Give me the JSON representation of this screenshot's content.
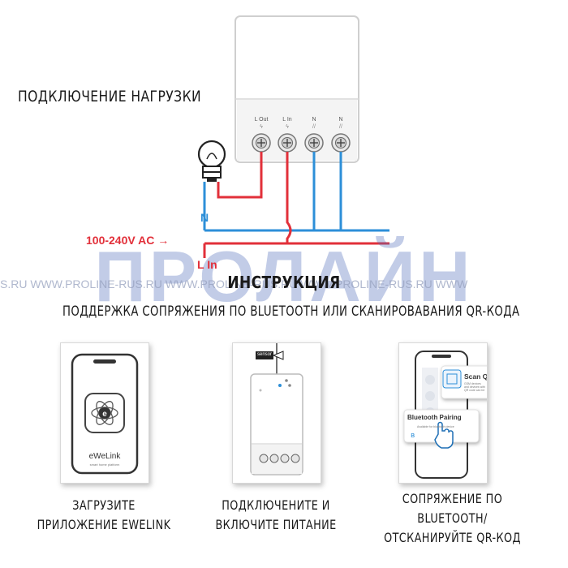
{
  "wiring": {
    "title": "ПОДКЛЮЧЕНИЕ НАГРУЗКИ",
    "terminals": [
      "L Out",
      "L In",
      "N",
      "N"
    ],
    "line_n": "N",
    "line_l": "L In",
    "voltage": "100-240V AC →",
    "colors": {
      "live": "#e2303a",
      "neutral": "#2d8fd8",
      "device_border": "#cccccc"
    }
  },
  "watermark": {
    "big": "ПРОЛАЙН",
    "url": "S.RU   WWW.PROLINE-RUS.RU   WWW.PROLINE-RUS.RU   WWW.PROLINE-RUS.RU   WWW"
  },
  "instruction": {
    "title": "ИНСТРУКЦИЯ",
    "subtitle": "ПОДДЕРЖКА СОПРЯЖЕНИЯ ПО BLUETOOTH ИЛИ СКАНИРОВАВАНИЯ QR-КОДА"
  },
  "steps": [
    {
      "icon": "ewelink-app-icon",
      "app_name": "eWeLink",
      "app_tagline": "smart home platform",
      "caption_1": "ЗАГРУЗИТЕ",
      "caption_2": "ПРИЛОЖЕНИЕ EWELINK"
    },
    {
      "icon": "device-power-icon",
      "device_tag": "sensor",
      "caption_1": "ПОДКЛЮЧЕНИТЕ И",
      "caption_2": "ВКЛЮЧИТЕ ПИТАНИЕ"
    },
    {
      "icon": "pairing-icon",
      "qr_title": "Scan QR code",
      "qr_desc": "GSM devices and devices with QR code can be added in this mode.",
      "bt_title": "Bluetooth Pairing",
      "bt_desc": "Available for bluetooth device",
      "caption_1": "СОПРЯЖЕНИЕ ПО",
      "caption_2": "BLUETOOTH/",
      "caption_3": "ОТСКАНИРУЙТЕ QR-КОД"
    }
  ]
}
